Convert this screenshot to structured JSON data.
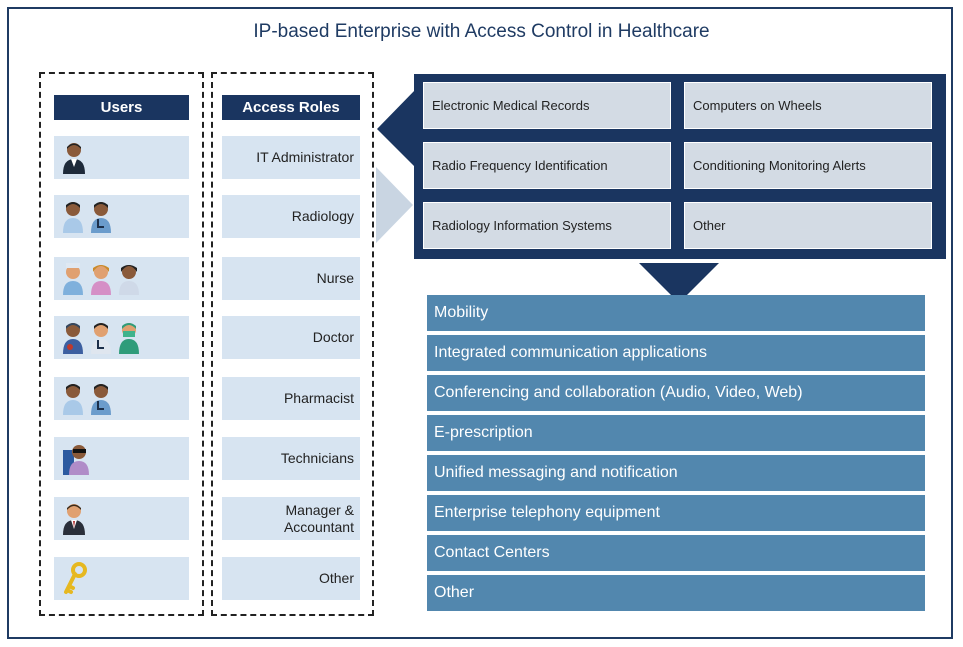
{
  "title": "IP-based Enterprise with Access Control in Healthcare",
  "users_header": "Users",
  "roles_header": "Access Roles",
  "roles": [
    {
      "label": "IT Administrator",
      "icons": [
        "admin-person-icon"
      ]
    },
    {
      "label": "Radiology",
      "icons": [
        "male-person-icon",
        "doctor-person-icon"
      ]
    },
    {
      "label": "Nurse",
      "icons": [
        "nurse-icon",
        "nurse-icon",
        "nurse-icon"
      ]
    },
    {
      "label": "Doctor",
      "icons": [
        "doctor-person-icon",
        "doctor-person-icon",
        "surgeon-icon"
      ]
    },
    {
      "label": "Pharmacist",
      "icons": [
        "male-person-icon",
        "doctor-person-icon"
      ]
    },
    {
      "label": "Technicians",
      "icons": [
        "technician-icon"
      ]
    },
    {
      "label": "Manager & Accountant",
      "label_line1": "Manager &",
      "label_line2": "Accountant",
      "icons": [
        "manager-person-icon"
      ]
    },
    {
      "label": "Other",
      "icons": [
        "key-icon"
      ]
    }
  ],
  "systems": [
    "Electronic Medical Records",
    "Computers on Wheels",
    "Radio Frequency Identification",
    "Conditioning Monitoring Alerts",
    "Radiology Information Systems",
    "Other"
  ],
  "applications": [
    "Mobility",
    "Integrated communication applications",
    "Conferencing and collaboration (Audio, Video, Web)",
    "E-prescription",
    "Unified messaging and notification",
    "Enterprise telephony equipment",
    "Contact Centers",
    "Other"
  ],
  "colors": {
    "navy": "#1a3560",
    "cell": "#d7e4f1",
    "bar": "#5287ae",
    "arrow": "#c9d5e2"
  }
}
